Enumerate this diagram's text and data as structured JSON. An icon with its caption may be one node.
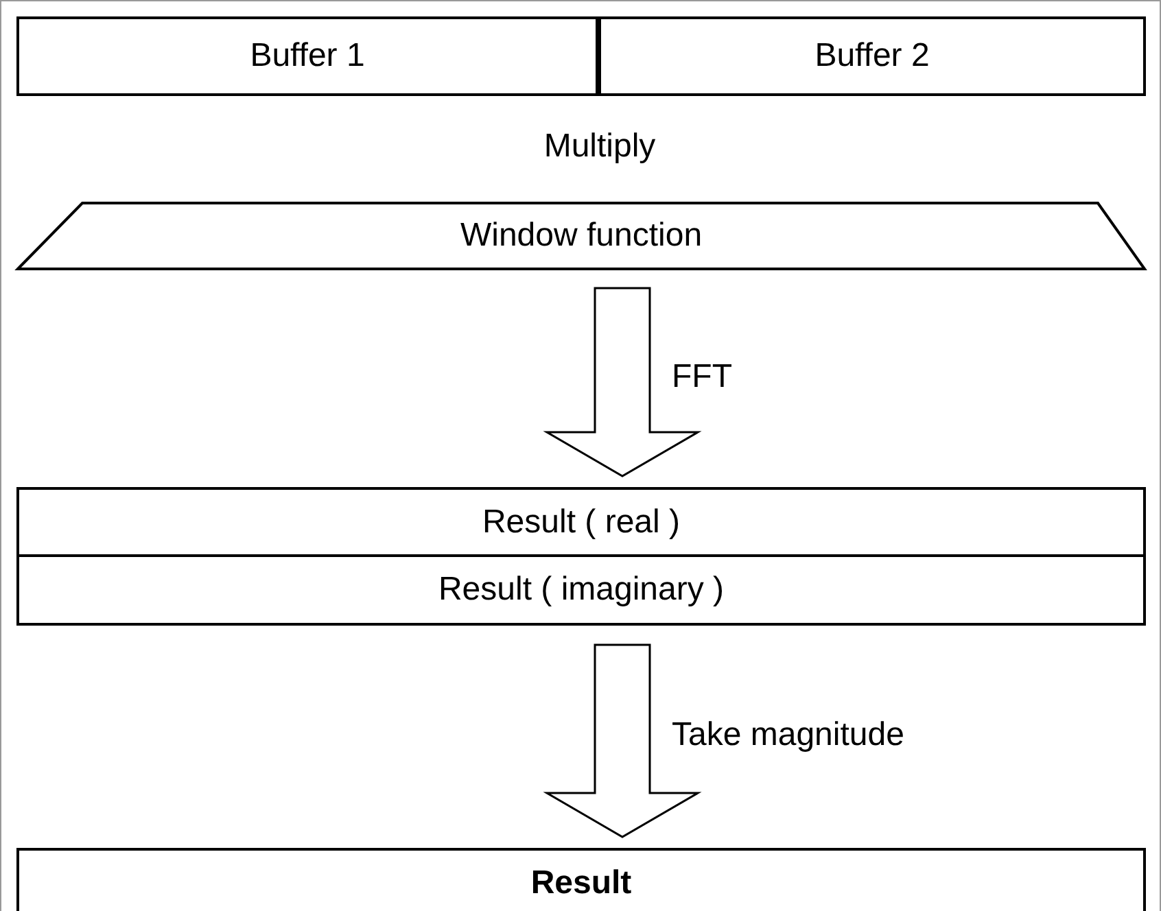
{
  "diagram": {
    "nodes": [
      {
        "text": [
          "Buffer 1"
        ]
      },
      {
        "text": [
          "Buffer 2"
        ]
      },
      {
        "text": [
          "Window function"
        ]
      },
      {
        "text": [
          "Result ( real )"
        ]
      },
      {
        "text": [
          "Result ( imaginary )"
        ]
      },
      {
        "text": [
          "Result"
        ]
      }
    ],
    "edges": [
      {
        "from": 2,
        "to": 3,
        "arrow": "to",
        "label": "FFT"
      },
      {
        "from": 4,
        "to": 5,
        "arrow": "to",
        "label": "Take magnitude"
      }
    ],
    "labels": [
      "Multiply"
    ]
  }
}
